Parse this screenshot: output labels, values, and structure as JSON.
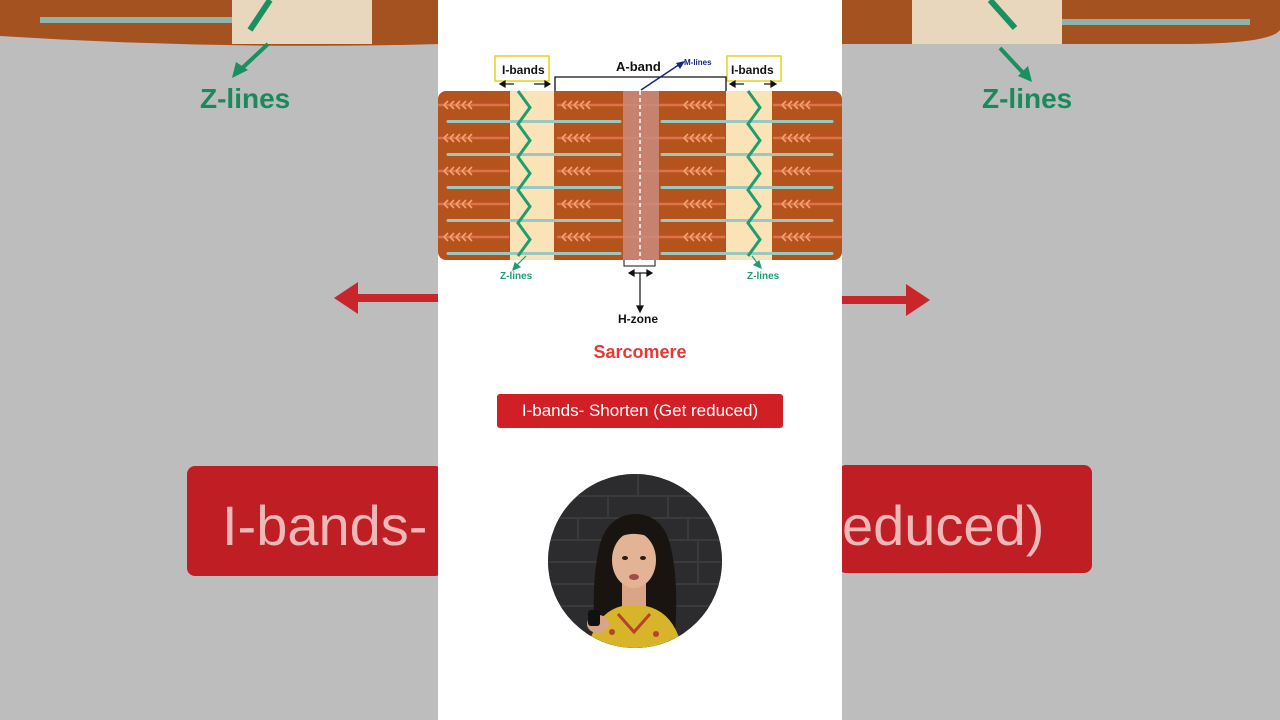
{
  "diagram": {
    "i_bands_left": "I-bands",
    "i_bands_right": "I-bands",
    "a_band": "A-band",
    "m_lines": "M-lines",
    "z_lines_left": "Z-lines",
    "z_lines_right": "Z-lines",
    "h_zone": "H-zone",
    "sarcomere": "Sarcomere"
  },
  "caption": "I-bands- Shorten (Get reduced)",
  "background": {
    "z_lines": "Z-lines",
    "caption_left": "I-bands-",
    "caption_right": "educed)"
  },
  "colors": {
    "muscle": "#b5531c",
    "iband": "#fbe3b8",
    "zline": "#1e9e6e",
    "arrow_red": "#e53935",
    "caption_bg": "#d11f26",
    "mline": "#1a237e"
  }
}
